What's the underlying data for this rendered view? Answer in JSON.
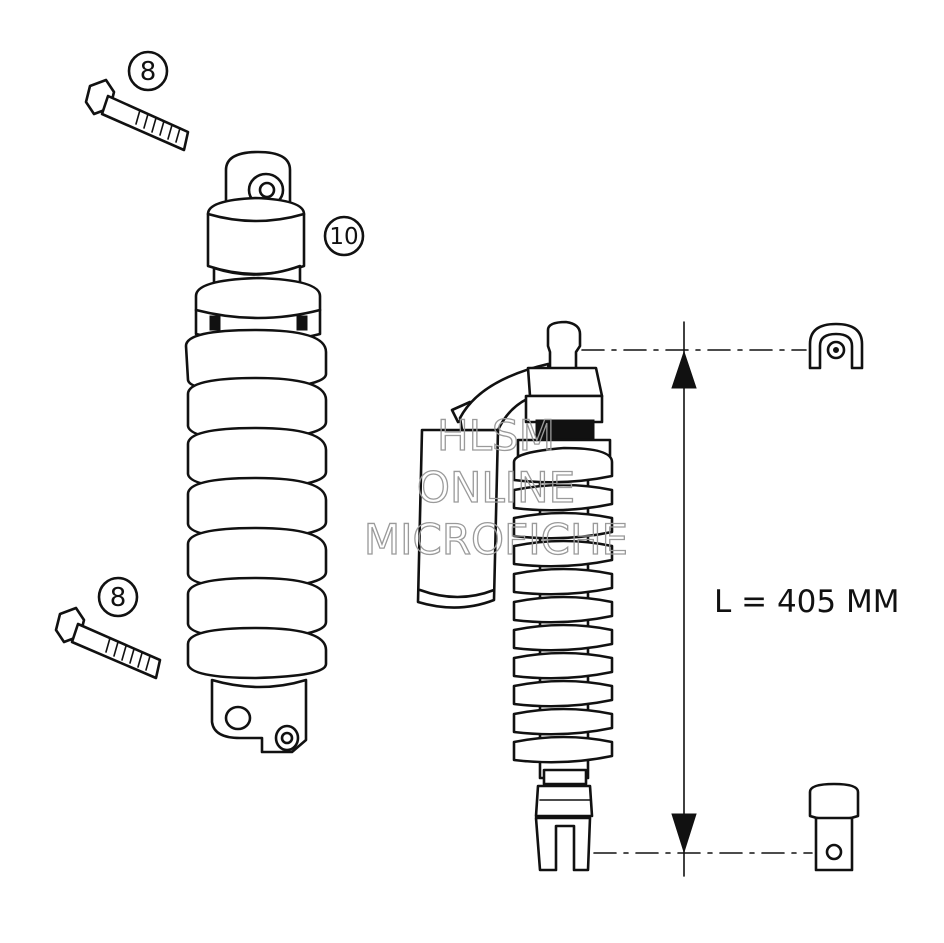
{
  "callouts": [
    {
      "label": "8"
    },
    {
      "label": "10"
    },
    {
      "label": "8"
    }
  ],
  "dimension": {
    "text": "L = 405 MM"
  },
  "watermark": {
    "line1": "HLSM",
    "line2": "ONLINE",
    "line3": "MICROFICHE"
  }
}
